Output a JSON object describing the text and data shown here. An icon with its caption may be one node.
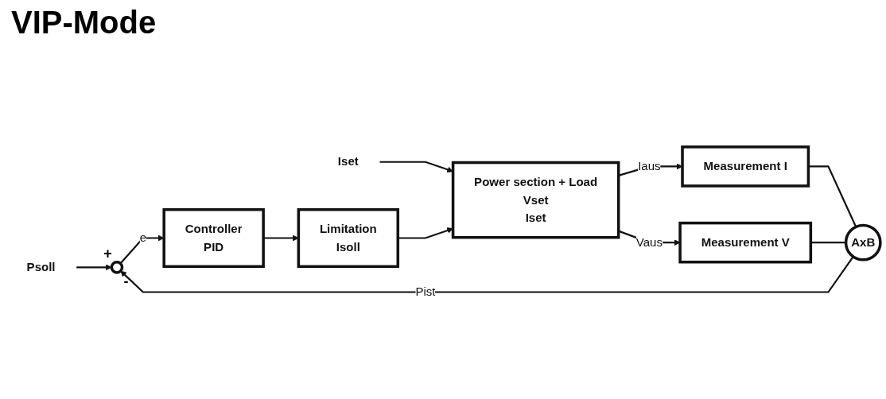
{
  "diagram": {
    "title": "VIP-Mode",
    "nodes": [
      {
        "text": [
          "Psoll"
        ]
      },
      {
        "text": [],
        "shape": "circle",
        "beside": [
          "+",
          "-"
        ]
      },
      {
        "text": [
          "Controller",
          "PID"
        ]
      },
      {
        "text": [
          "Limitation",
          "Isoll"
        ]
      },
      {
        "text": [
          "Iset"
        ]
      },
      {
        "text": [
          "Power section + Load",
          "Vset",
          "Iset"
        ]
      },
      {
        "text": [
          "Measurement I"
        ]
      },
      {
        "text": [
          "Measurement V"
        ]
      },
      {
        "text": [
          "AxB"
        ]
      }
    ],
    "edges": [
      {
        "from": 0,
        "to": 1,
        "arrow": "to"
      },
      {
        "from": 1,
        "to": 2,
        "arrow": "to",
        "label": "e"
      },
      {
        "from": 2,
        "to": 3,
        "arrow": "to"
      },
      {
        "from": 4,
        "to": 5,
        "arrow": "to"
      },
      {
        "from": 3,
        "to": 5,
        "arrow": "to"
      },
      {
        "from": 5,
        "to": 6,
        "arrow": "to",
        "label": "Iaus"
      },
      {
        "from": 5,
        "to": 7,
        "arrow": "to",
        "label": "Vaus"
      },
      {
        "from": 6,
        "to": 8,
        "arrow": "none"
      },
      {
        "from": 7,
        "to": 8,
        "arrow": "none"
      },
      {
        "from": 8,
        "to": 1,
        "arrow": "to",
        "label": "Pist"
      }
    ]
  }
}
